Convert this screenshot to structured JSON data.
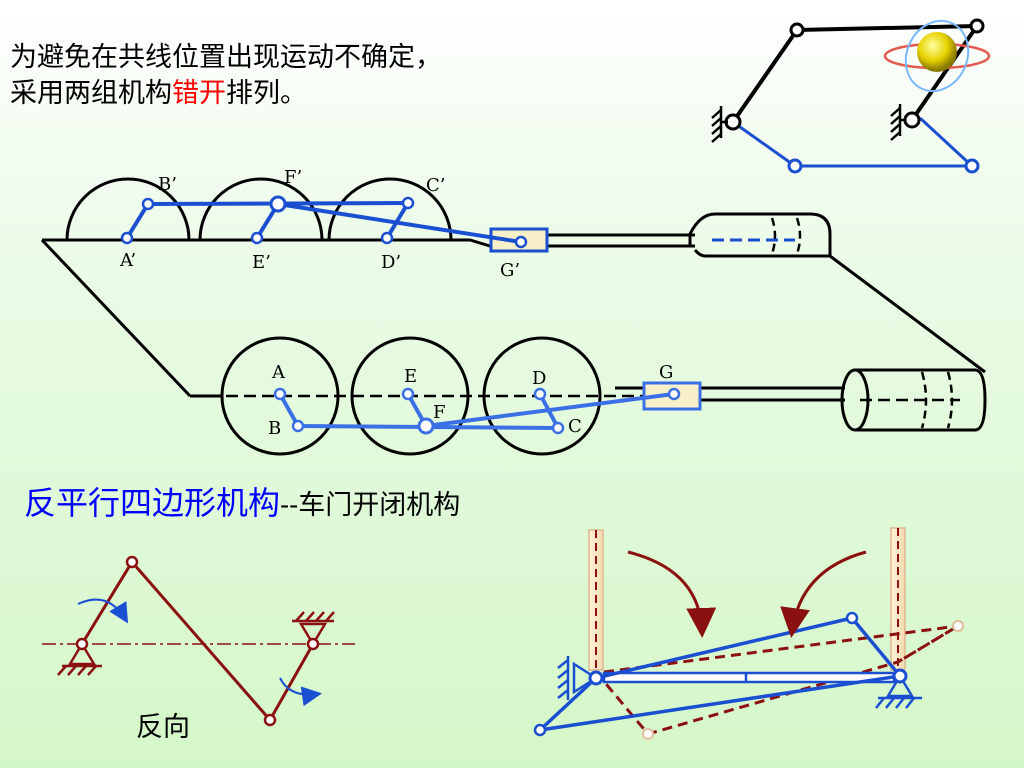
{
  "heading": {
    "line1": "为避免在共线位置出现运动不确定，",
    "line2_prefix": "采用两组机构",
    "line2_highlight": "错开",
    "line2_suffix": "排列。"
  },
  "labels": {
    "a_prime": "A’",
    "b_prime": "B’",
    "c_prime": "C’",
    "d_prime": "D’",
    "e_prime": "E’",
    "f_prime": "F’",
    "g_prime": "G’",
    "a": "A",
    "b": "B",
    "c": "C",
    "d": "D",
    "e": "E",
    "f": "F",
    "g": "G"
  },
  "subtitle": {
    "main": "反平行四边形机构",
    "dash": "--",
    "tail": "车门开闭机构"
  },
  "direction_label": "反向",
  "colors": {
    "link_blue": "#1a4fd1",
    "link_light_blue": "#3a6fe6",
    "dark_red": "#8b1010",
    "highlight_red": "#ff0000",
    "outline_black": "#000000"
  }
}
